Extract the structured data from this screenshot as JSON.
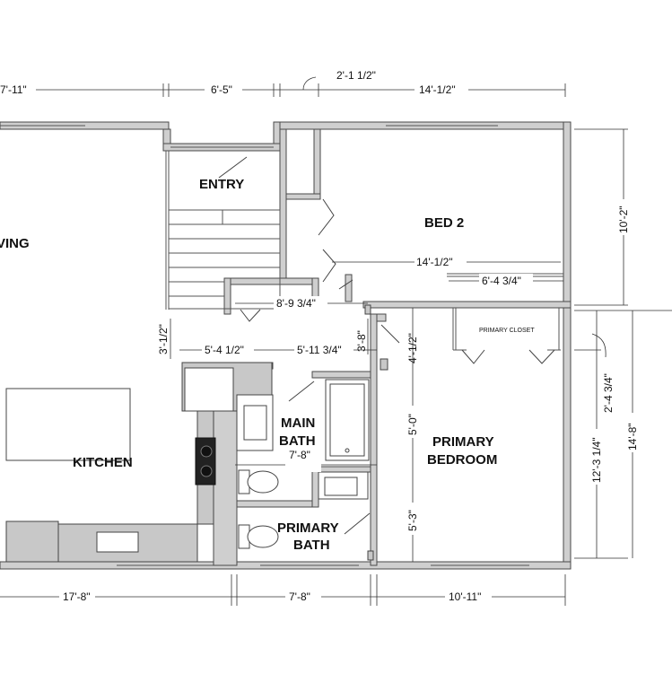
{
  "rooms": {
    "living": "VING",
    "entry": "ENTRY",
    "bed2": "BED 2",
    "kitchen": "KITCHEN",
    "main_bath_1": "MAIN",
    "main_bath_2": "BATH",
    "primary_bath_1": "PRIMARY",
    "primary_bath_2": "BATH",
    "primary_bedroom_1": "PRIMARY",
    "primary_bedroom_2": "BEDROOM",
    "primary_closet": "PRIMARY CLOSET"
  },
  "dimensions": {
    "top_left": "7'-11\"",
    "top_entry": "6'-5\"",
    "top_jog": "2'-1 1/2\"",
    "top_right": "14'-1/2\"",
    "bed2_width": "14'-1/2\"",
    "bed2_closet": "6'-4 3/4\"",
    "bed2_height": "10'-2\"",
    "hall_width": "8'-9 3/4\"",
    "hall_depth": "3'-1/2\"",
    "hall_left": "5'-4 1/2\"",
    "hall_right": "5'-11 3/4\"",
    "closet_3_8": "3'-8\"",
    "closet_4_half": "4'-1/2\"",
    "bath_5_0": "5'-0\"",
    "bath_7_8": "7'-8\"",
    "bath_5_3": "5'-3\"",
    "closet_2_4": "2'-4 3/4\"",
    "primary_12_3": "12'-3 1/4\"",
    "primary_14_8": "14'-8\"",
    "bottom_left": "17'-8\"",
    "bottom_mid": "7'-8\"",
    "bottom_right": "10'-11\""
  }
}
